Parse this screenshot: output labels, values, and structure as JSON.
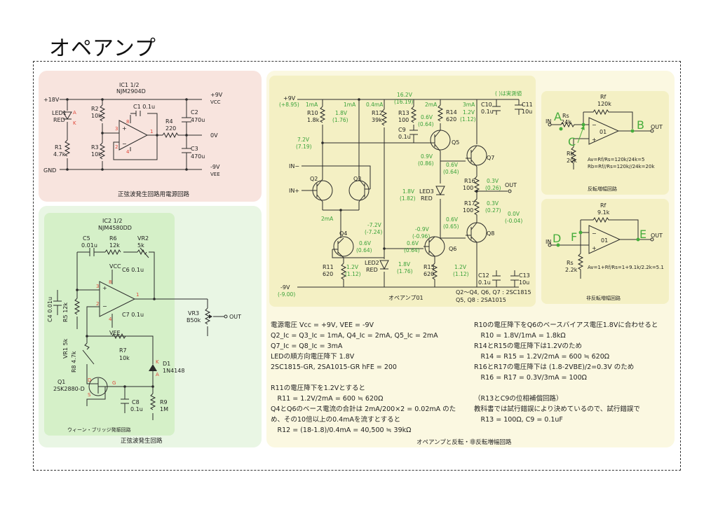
{
  "title": "オペアンプ",
  "psu": {
    "ic": "IC1 1/2",
    "part": "NJM2904D",
    "plus18": "+18V",
    "gnd": "GND",
    "plus9": "+9V",
    "vcc": "VCC",
    "zero": "0V",
    "minus9": "-9V",
    "vee": "VEE",
    "led1": "LED1",
    "led1_color": "RED",
    "a": "A",
    "k": "K",
    "r1": "R1",
    "r1v": "4.7k",
    "r2": "R2",
    "r2v": "10k",
    "r3": "R3",
    "r3v": "10k",
    "c1": "C1 0.1u",
    "r4": "R4",
    "r4v": "220",
    "c2": "C2",
    "c2v": "470u",
    "c3": "C3",
    "c3v": "470u",
    "pin3": "3",
    "pin2": "2",
    "pin1": "1",
    "pin8": "8",
    "pin4": "4",
    "caption": "正弦波発生回路用電源回路"
  },
  "wien": {
    "ic": "IC2 1/2",
    "part": "NJM4580DD",
    "c5": "C5",
    "c5v": "0.01u",
    "r6": "R6",
    "r6v": "12k",
    "vr2": "VR2",
    "vr2v": "5k",
    "vcc": "VCC",
    "c6": "C6 0.1u",
    "c7": "C7 0.1u",
    "vee": "VEE",
    "c4": "C4 0.01u",
    "r5": "R5 12k",
    "vr1": "VR1 5k",
    "r8": "R8 4.7k",
    "r7": "R7",
    "r7v": "10k",
    "d1": "D1",
    "d1v": "1N4148",
    "q1": "Q1",
    "q1v": "2SK2880-D",
    "c8": "C8",
    "c8v": "0.1u",
    "r9": "R9",
    "r9v": "1M",
    "vr3": "VR3",
    "vr3v": "B50k",
    "out": "OUT",
    "pin3": "3",
    "pin2": "2",
    "pin1": "1",
    "pin8": "8",
    "pin4": "4",
    "g": "G",
    "d": "D",
    "s": "S",
    "k": "K",
    "a": "A",
    "inner_caption": "ウィーン・ブリッジ発振回路",
    "caption": "正弦波発生回路"
  },
  "opamp": {
    "v9": "+9V",
    "v9m": "(+8.95)",
    "vm9": "-9V",
    "vm9m": "(-9.00)",
    "i1a": "1mA",
    "i1b": "1mA",
    "i04": "0.4mA",
    "v162": "16.2V",
    "v162m": "(16.19)",
    "i2a": "2mA",
    "i3a": "3mA",
    "measured": "( )は実測値",
    "r10": "R10",
    "r10v": "1.8k",
    "r10d": "1.8V",
    "r10dm": "(1.76)",
    "r12": "R12",
    "r12v": "39k",
    "r13": "R13",
    "r13v": "100",
    "c9": "C9",
    "c9v": "0.1u",
    "r14": "R14",
    "r14v": "620",
    "r14d": "1.2V",
    "r14dm": "(1.12)",
    "c10": "C10",
    "c10v": "0.1u",
    "c11": "C11",
    "c11v": "10u",
    "q5d": "0.6V",
    "q5dm": "(0.64)",
    "v72": "7.2V",
    "v72m": "(7.19)",
    "q5": "Q5",
    "q7": "Q7",
    "v09": "0.9V",
    "v09m": "(0.86)",
    "q7d": "0.6V",
    "q7dm": "(0.64)",
    "in_minus": "IN−",
    "in_plus": "IN+",
    "q2": "Q2",
    "q3": "Q3",
    "led3": "LED3",
    "led3c": "RED",
    "led3d": "1.8V",
    "led3dm": "(1.82)",
    "r16": "R16",
    "r16v": "100",
    "r16d": "0.3V",
    "r16dm": "(0.26)",
    "out": "OUT",
    "r17": "R17",
    "r17v": "100",
    "r17d": "0.3V",
    "r17dm": "(0.27)",
    "v0": "0.0V",
    "v0m": "(-0.04)",
    "i2c": "2mA",
    "vm72": "-7.2V",
    "vm72m": "(-7.24)",
    "q4": "Q4",
    "q4d": "0.6V",
    "q4dm": "(0.64)",
    "vm09": "-0.9V",
    "vm09m": "(-0.96)",
    "q8d": "0.6V",
    "q8dm": "(0.65)",
    "q8": "Q8",
    "q6": "Q6",
    "q6d": "0.6V",
    "q6dm": "(0.64)",
    "r11": "R11",
    "r11v": "620",
    "r11d": "1.2V",
    "r11dm": "(1.12)",
    "led2": "LED2",
    "led2c": "RED",
    "led2d": "1.8V",
    "led2dm": "(1.76)",
    "r15": "R15",
    "r15v": "620",
    "r15d": "1.2V",
    "r15dm": "(1.12)",
    "c12": "C12",
    "c12v": "0.1u",
    "c13": "C13",
    "c13v": "10u",
    "name": "オペアンプ01",
    "parts1": "Q2〜Q4, Q6, Q7 : 2SC1815",
    "parts2": "Q5, Q8 : 2SA1015",
    "caption": "オペアンプと反転・非反転増幅回路"
  },
  "inverting": {
    "rf": "Rf",
    "rfv": "120k",
    "rs": "Rs",
    "rsv": "24k",
    "rb": "Rb",
    "rbv": "20k",
    "in": "IN",
    "out": "OUT",
    "a": "A",
    "b": "B",
    "c": "C",
    "chip": "01",
    "f1": "Av=Rf/Rs=120k/24k=5",
    "f2": "Rb=Rf//Rs=120k//24k=20k",
    "caption": "反転増幅回路"
  },
  "noninverting": {
    "rf": "Rf",
    "rfv": "9.1k",
    "rs": "Rs",
    "rsv": "2.2k",
    "in": "IN",
    "out": "OUT",
    "d": "D",
    "e": "E",
    "f": "F",
    "chip": "01",
    "f1": "Av=1+Rf/Rs=1+9.1k/2.2k=5.1",
    "caption": "非反転増幅回路"
  },
  "notes_left": [
    "電源電圧 Vcc = +9V, VEE = -9V",
    "Q2_Ic = Q3_Ic = 1mA, Q4_Ic = 2mA, Q5_Ic = 2mA",
    "Q7_Ic = Q8_Ic = 3mA",
    "LEDの順方向電圧降下 1.8V",
    "2SC1815-GR, 2SA1015-GR hFE = 200",
    "",
    "R11の電圧降下を1.2Vとすると",
    "　R11 = 1.2V/2mA = 600 ≒ 620Ω",
    "Q4とQ6のベース電流の合計は 2mA/200×2 = 0.02mA のた",
    "め、その10倍以上の0.4mAを流すとすると",
    "　R12 = (18-1.8)/0.4mA = 40,500 ≒ 39kΩ"
  ],
  "notes_right": [
    "R10の電圧降下をQ6のベースバイアス電圧1.8Vに合わせると",
    "　R10 = 1.8V/1mA = 1.8kΩ",
    "R14とR15の電圧降下は1.2Vのため",
    "　R14 = R15 = 1.2V/2mA = 600 ≒ 620Ω",
    "R16とR17の電圧降下は (1.8-2VBE)/2=0.3V のため",
    "　R16 = R17 = 0.3V/3mA = 100Ω",
    "",
    "（R13とC9の位相補償回路）",
    "教科書では試行錯誤により決めているので、試行錯誤で",
    "　R13 = 100Ω, C9 = 0.1uF"
  ]
}
